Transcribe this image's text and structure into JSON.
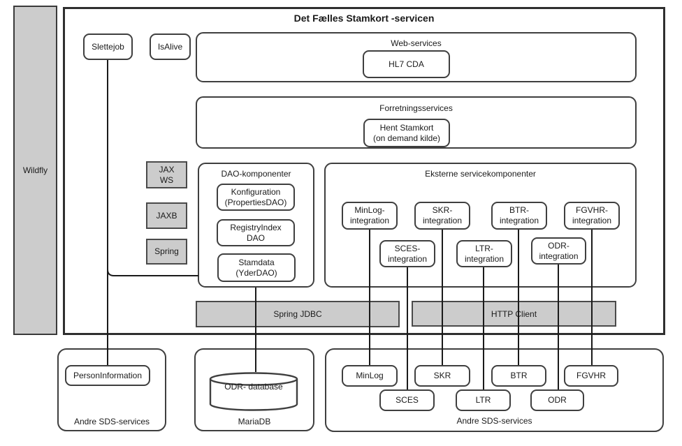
{
  "colors": {
    "gray_fill": "#cccccc",
    "box_border": "#3f3f3f",
    "line": "#1a1a1a"
  },
  "wildfly_label": "Wildfly",
  "main": {
    "title": "Det Fælles Stamkort -servicen",
    "slettejob": "Slettejob",
    "isalive": "IsAlive",
    "web_services": {
      "label": "Web-services",
      "hl7_cda": "HL7 CDA"
    },
    "forretningsservices": {
      "label": "Forretningsservices",
      "hent_stamkort": {
        "line1": "Hent Stamkort",
        "line2": "(on demand kilde)"
      }
    },
    "middleware": {
      "jax_ws": {
        "line1": "JAX",
        "line2": "WS"
      },
      "jaxb": "JAXB",
      "spring": "Spring"
    },
    "dao": {
      "label": "DAO-komponenter",
      "boxes": [
        {
          "line1": "Konfiguration",
          "line2": "(PropertiesDAO)"
        },
        {
          "line1": "RegistryIndex",
          "line2": "DAO"
        },
        {
          "line1": "Stamdata",
          "line2": "(YderDAO)"
        }
      ]
    },
    "eksterne": {
      "label": "Eksterne servicekomponenter",
      "boxes": [
        {
          "line1": "MinLog-",
          "line2": "integration"
        },
        {
          "line1": "SKR-",
          "line2": "integration"
        },
        {
          "line1": "BTR-",
          "line2": "integration"
        },
        {
          "line1": "FGVHR-",
          "line2": "integration"
        },
        {
          "line1": "SCES-",
          "line2": "integration"
        },
        {
          "line1": "LTR-",
          "line2": "integration"
        },
        {
          "line1": "ODR-",
          "line2": "integration"
        }
      ]
    },
    "spring_jdbc": "Spring JDBC",
    "http_client": "HTTP Client"
  },
  "bottom": {
    "sds_left": {
      "label": "Andre SDS-services",
      "person_information": "PersonInformation"
    },
    "mariadb": {
      "label": "MariaDB",
      "database": {
        "line1": "ODR-",
        "line2": "database"
      }
    },
    "sds_right": {
      "label": "Andre SDS-services",
      "row1": [
        "MinLog",
        "SKR",
        "BTR",
        "FGVHR"
      ],
      "row2": [
        "SCES",
        "LTR",
        "ODR"
      ]
    }
  }
}
